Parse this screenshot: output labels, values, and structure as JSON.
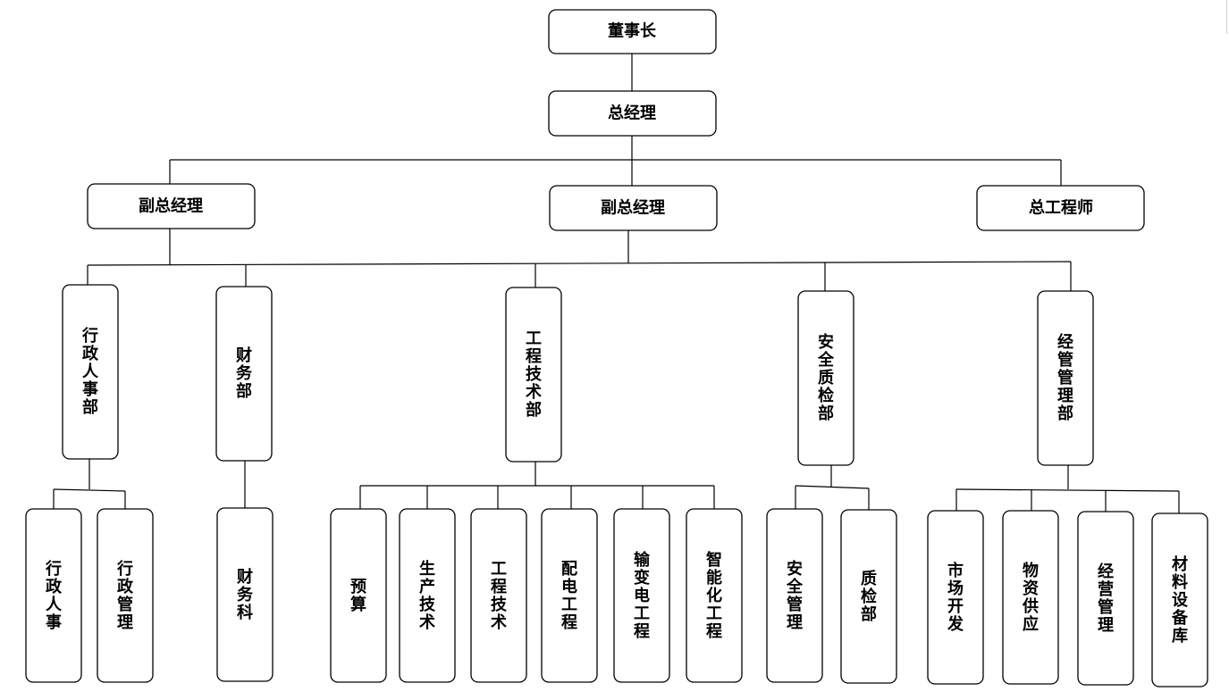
{
  "nodes": {
    "chairman": "董事长",
    "general_manager": "总经理",
    "deputy_gm_left": "副总经理",
    "deputy_gm_center": "副总经理",
    "chief_engineer": "总工程师",
    "admin_hr_dept": "行政人事部",
    "finance_dept": "财务部",
    "engineering_dept": "工程技术部",
    "safety_qc_dept": "安全质检部",
    "business_mgmt_dept": "经管管理部",
    "admin_hr": "行政人事",
    "admin_mgmt": "行政管理",
    "finance_section": "财务科",
    "budget": "预算",
    "production_tech": "生产技术",
    "engineering_tech": "工程技术",
    "distribution_eng": "配电工程",
    "transmission_eng": "输变电工程",
    "smart_eng": "智能化工程",
    "safety_mgmt": "安全管理",
    "quality_inspection": "质检部",
    "market_dev": "市场开发",
    "material_supply": "物资供应",
    "business_mgmt": "经营管理",
    "material_warehouse": "材料设备库"
  }
}
